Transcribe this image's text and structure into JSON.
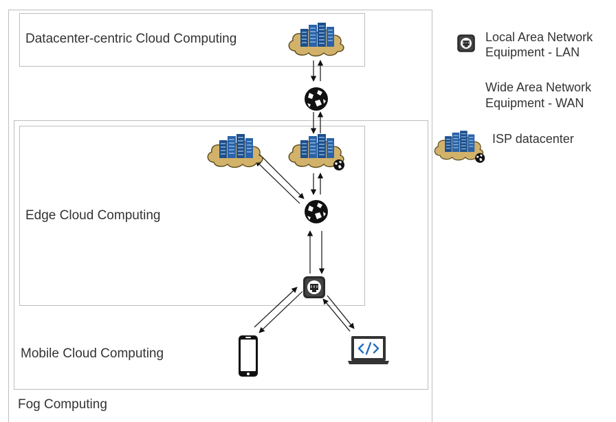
{
  "labels": {
    "datacenter": "Datacenter-centric Cloud Computing",
    "edge": "Edge Cloud Computing",
    "mobile": "Mobile Cloud Computing",
    "fog": "Fog Computing"
  },
  "legend": {
    "lan_line1": "Local Area Network",
    "lan_line2": "Equipment - LAN",
    "wan_line1": "Wide Area Network",
    "wan_line2": "Equipment - WAN",
    "isp": "ISP datacenter"
  },
  "colors": {
    "cloud_fill": "#d2b26a",
    "cloud_stroke": "#5a4a1a",
    "server_blue": "#1d4f8c",
    "server_light": "#6fa0d8",
    "laptop_blue": "#1f6fbf"
  },
  "icons": {
    "cloud_datacenter": "cloud-datacenter-icon",
    "wan_router": "globe-router-icon",
    "lan_switch": "lan-switch-icon",
    "phone": "smartphone-icon",
    "laptop": "laptop-code-icon"
  }
}
